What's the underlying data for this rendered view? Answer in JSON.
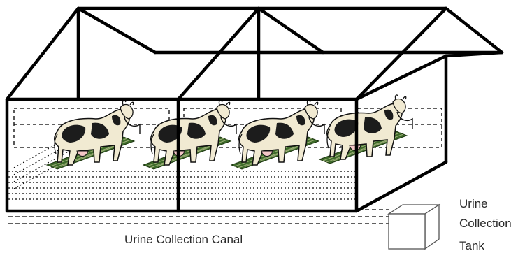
{
  "labels": {
    "canal": "Urine Collection Canal",
    "tank_line1": "Urine",
    "tank_line2": "Collection",
    "tank_line3": "Tank"
  },
  "stalls": [
    {
      "name": "stall-1",
      "cow": "cow-1"
    },
    {
      "name": "stall-2",
      "cow": "cow-2"
    },
    {
      "name": "stall-3",
      "cow": "cow-3"
    },
    {
      "name": "stall-4",
      "cow": "cow-4"
    }
  ],
  "colors": {
    "frame": "#000000",
    "cow_body": "#f1ead2",
    "cow_patch": "#1c1c1c",
    "straw": "#3e6b2a",
    "text": "#2b2b2b"
  }
}
